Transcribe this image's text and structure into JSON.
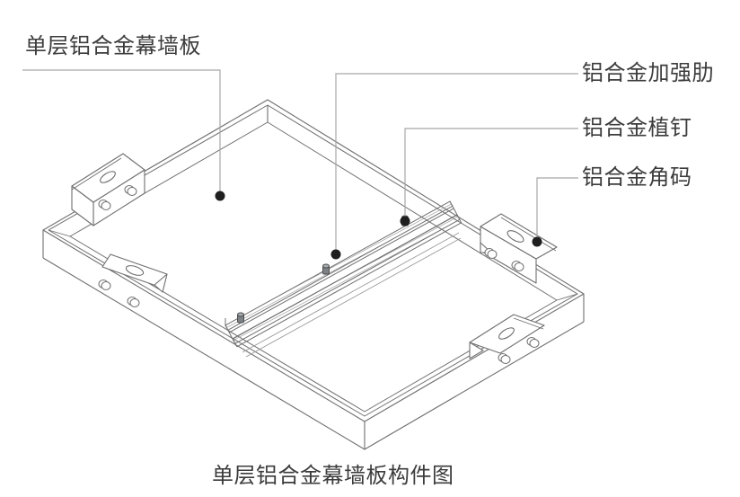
{
  "diagram": {
    "callouts": [
      {
        "id": "panel",
        "label": "单层铝合金幕墙板"
      },
      {
        "id": "rib",
        "label": "铝合金加强肋"
      },
      {
        "id": "stud",
        "label": "铝合金植钉"
      },
      {
        "id": "bracket",
        "label": "铝合金角码"
      }
    ],
    "caption": "单层铝合金幕墙板构件图",
    "colors": {
      "background": "#ffffff",
      "drawing_line": "#6f6f6f",
      "leader_line": "#a8a8a8",
      "leader_dot": "#1f1f1f",
      "text": "#3c3c3c"
    }
  }
}
